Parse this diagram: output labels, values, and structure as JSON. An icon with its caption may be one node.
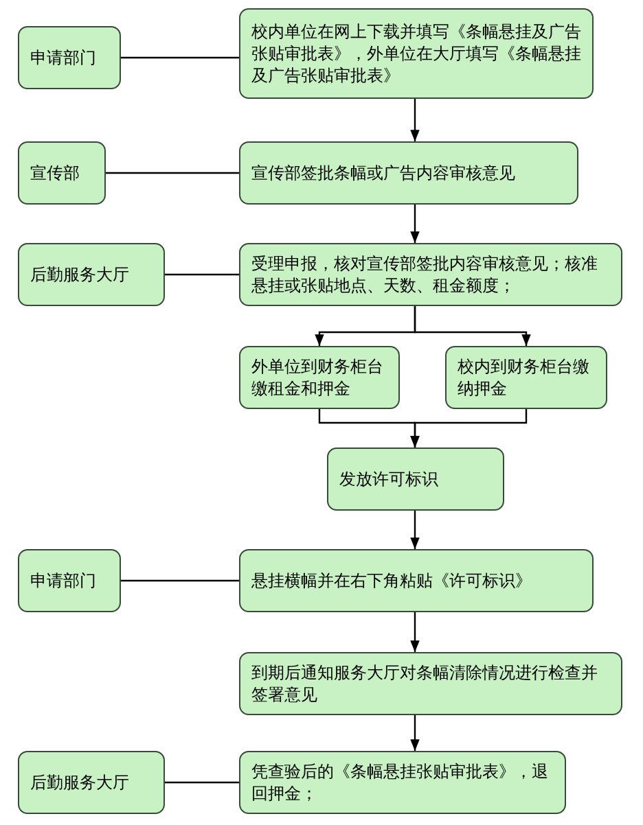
{
  "diagram": {
    "nodes": [
      {
        "text": [
          "申请部门"
        ]
      },
      {
        "text": [
          "校内单位在网上下载并填写《条幅悬挂及广告张贴审批表》，外单位在大厅填写《条幅悬挂及广告张贴审批表》"
        ]
      },
      {
        "text": [
          "宣传部"
        ]
      },
      {
        "text": [
          "宣传部签批条幅或广告内容审核意见"
        ]
      },
      {
        "text": [
          "后勤服务大厅"
        ]
      },
      {
        "text": [
          "受理申报，核对宣传部签批内容审核意见；核准悬挂或张贴地点、天数、租金额度；"
        ]
      },
      {
        "text": [
          "外单位到财务柜台缴租金和押金"
        ]
      },
      {
        "text": [
          "校内到财务柜台缴纳押金"
        ]
      },
      {
        "text": [
          "发放许可标识"
        ]
      },
      {
        "text": [
          "申请部门"
        ]
      },
      {
        "text": [
          "悬挂横幅并在右下角粘贴《许可标识》"
        ]
      },
      {
        "text": [
          "到期后通知服务大厅对条幅清除情况进行检查并签署意见"
        ]
      },
      {
        "text": [
          "后勤服务大厅"
        ]
      },
      {
        "text": [
          "凭查验后的《条幅悬挂张贴审批表》，退回押金；"
        ]
      }
    ],
    "edges": [
      {
        "from": 0,
        "to": 1,
        "arrow": "none"
      },
      {
        "from": 1,
        "to": 3,
        "arrow": "to"
      },
      {
        "from": 2,
        "to": 3,
        "arrow": "none"
      },
      {
        "from": 3,
        "to": 5,
        "arrow": "to"
      },
      {
        "from": 4,
        "to": 5,
        "arrow": "none"
      },
      {
        "from": 5,
        "to": 6,
        "arrow": "to"
      },
      {
        "from": 5,
        "to": 7,
        "arrow": "to"
      },
      {
        "from": 6,
        "to": 8,
        "arrow": "to"
      },
      {
        "from": 7,
        "to": 8,
        "arrow": "to"
      },
      {
        "from": 8,
        "to": 10,
        "arrow": "to"
      },
      {
        "from": 9,
        "to": 10,
        "arrow": "none"
      },
      {
        "from": 10,
        "to": 11,
        "arrow": "to"
      },
      {
        "from": 11,
        "to": 13,
        "arrow": "to"
      },
      {
        "from": 12,
        "to": 13,
        "arrow": "none"
      }
    ]
  }
}
